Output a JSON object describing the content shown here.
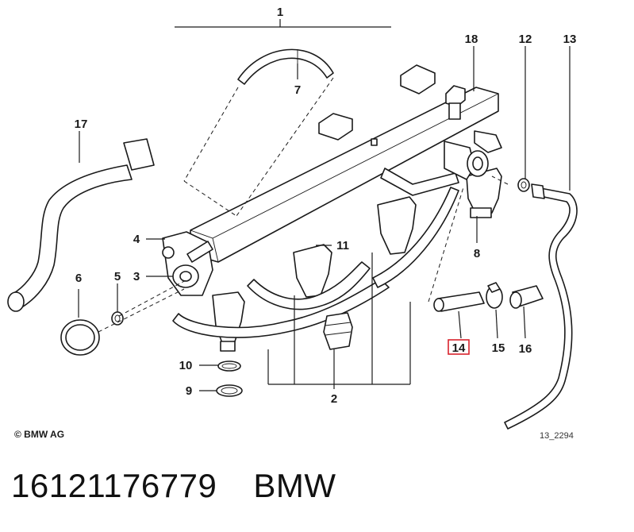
{
  "callouts": {
    "c1": "1",
    "c2": "2",
    "c3": "3",
    "c4": "4",
    "c5": "5",
    "c6": "6",
    "c7": "7",
    "c8": "8",
    "c9": "9",
    "c10": "10",
    "c11": "11",
    "c12": "12",
    "c13": "13",
    "c14": "14",
    "c15": "15",
    "c16": "16",
    "c17": "17",
    "c18": "18"
  },
  "highlight_color": "#d9232d",
  "footer": {
    "copyright": "© BMW AG",
    "drawing_id": "13_2294",
    "part_number": "16121176779",
    "brand": "BMW"
  }
}
